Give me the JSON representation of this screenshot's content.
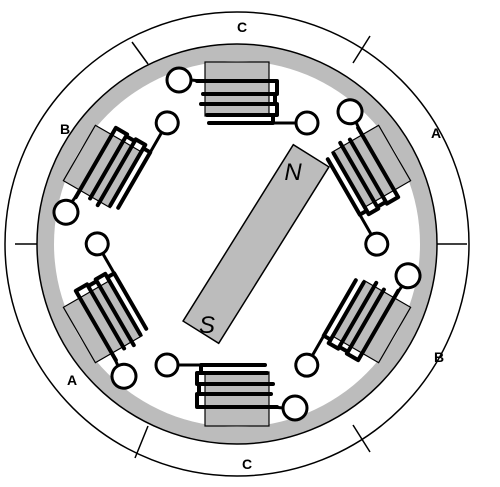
{
  "ring_labels": [
    {
      "id": "top",
      "text": "C"
    },
    {
      "id": "upper-right",
      "text": "A"
    },
    {
      "id": "lower-right",
      "text": "B"
    },
    {
      "id": "bottom",
      "text": "C"
    },
    {
      "id": "lower-left",
      "text": "A"
    },
    {
      "id": "upper-left",
      "text": "B"
    }
  ],
  "magnet": {
    "north": "N",
    "south": "S"
  },
  "colors": {
    "stator": "#bcbcbc",
    "pole_piece": "#bcbcbc",
    "magnet": "#bcbcbc",
    "line": "#000000",
    "background": "#ffffff"
  },
  "coils": [
    {
      "name": "coil-top",
      "phase": "C"
    },
    {
      "name": "coil-upper-right",
      "phase": "A"
    },
    {
      "name": "coil-lower-right",
      "phase": "B"
    },
    {
      "name": "coil-bottom",
      "phase": "C"
    },
    {
      "name": "coil-lower-left",
      "phase": "A"
    },
    {
      "name": "coil-upper-left",
      "phase": "B"
    }
  ]
}
